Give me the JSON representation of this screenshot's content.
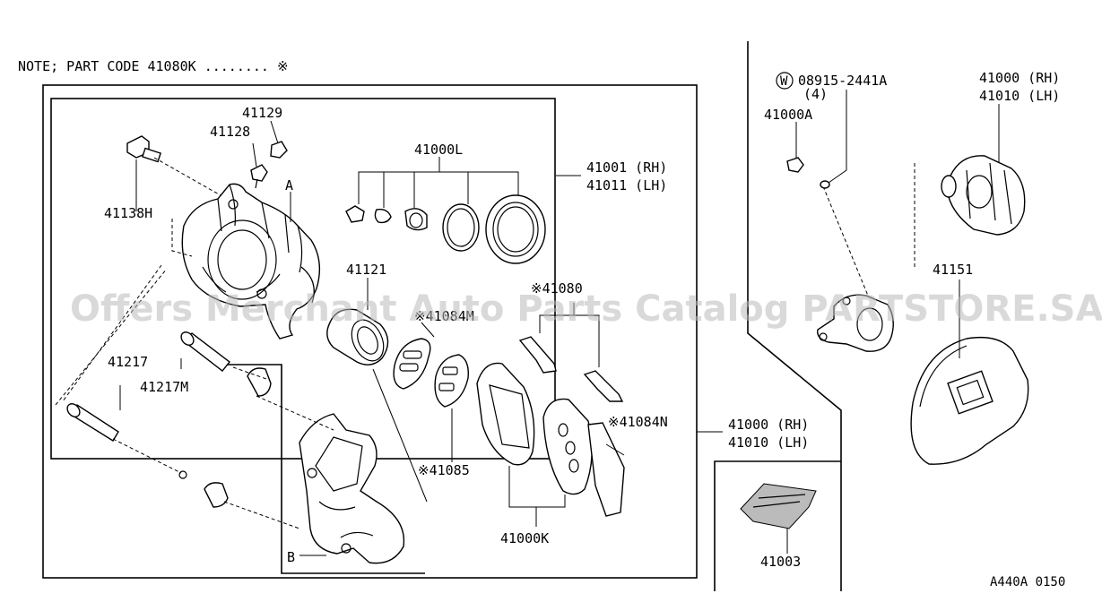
{
  "note": "NOTE; PART CODE 41080K ........ ※",
  "watermark": "Offers Merchant Auto Parts Catalog PARTSTORE.SA",
  "figure_code": "A440A 0150",
  "labels": {
    "p41129": "41129",
    "p41128": "41128",
    "p41138H": "41138H",
    "marker_a": "A",
    "marker_b": "B",
    "p41000L": "41000L",
    "p41001_rh": "41001 (RH)",
    "p41011_lh": "41011 (LH)",
    "p41121": "41121",
    "p41080": "※41080",
    "p41084M": "※41084M",
    "p41217": "41217",
    "p41217M": "41217M",
    "p41085": "※41085",
    "p41084N": "※41084N",
    "p41000K": "41000K",
    "p41000_rh_main": "41000 (RH)",
    "p41010_lh_main": "41010 (LH)",
    "washer_symbol": "W",
    "p08915": "08915-2441A",
    "p08915_qty": "(4)",
    "p41000A": "41000A",
    "p41000_rh_top": "41000 (RH)",
    "p41010_lh_top": "41010 (LH)",
    "p41151": "41151",
    "p41003": "41003"
  }
}
